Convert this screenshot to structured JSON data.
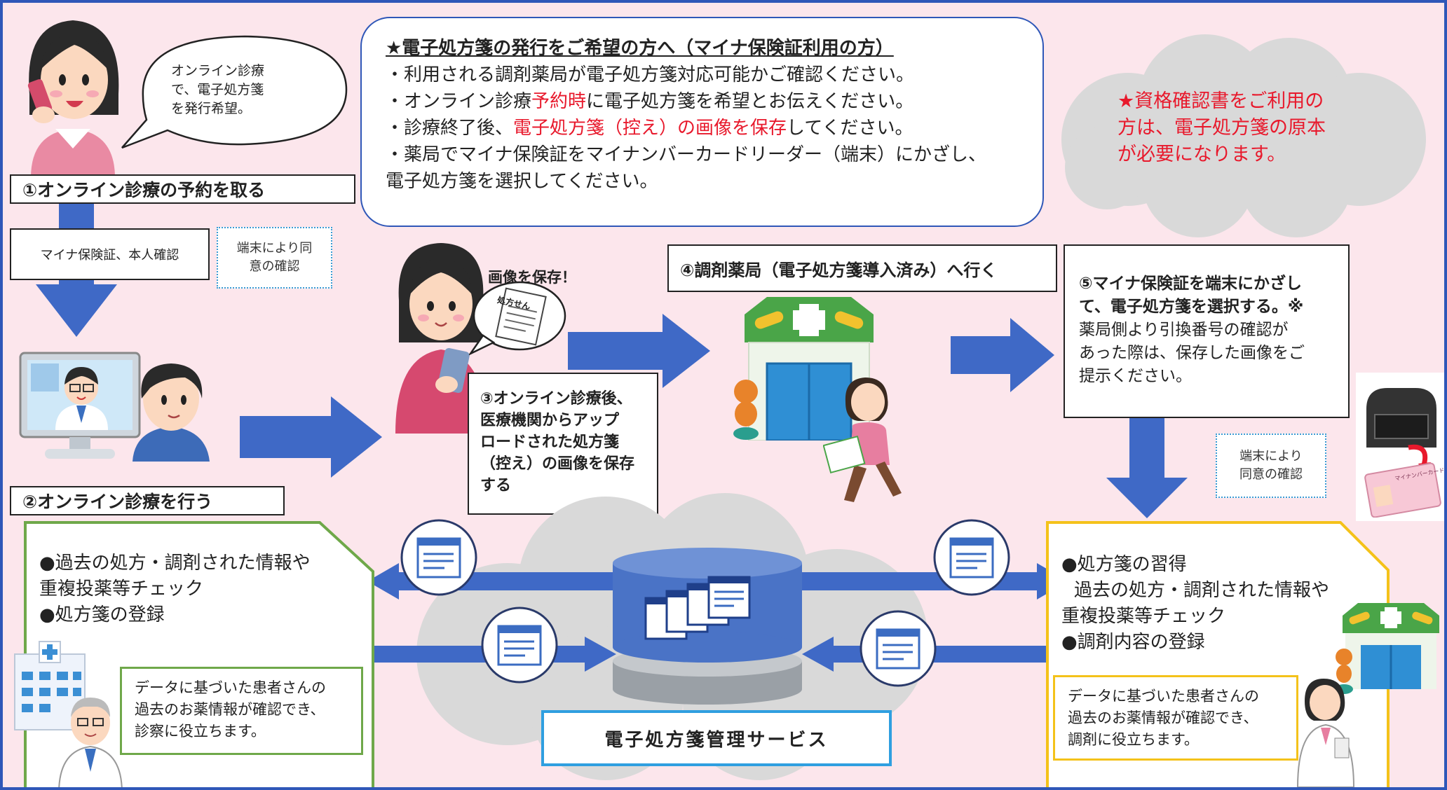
{
  "speech_bubble": [
    "オンライン診療",
    "で、電子処方箋",
    "を発行希望。"
  ],
  "step1": "①オンライン診療の予約を取る",
  "mynumber_check": "マイナ保険証、本人確認",
  "terminal_consent_1": [
    "端末により同",
    "意の確認"
  ],
  "step2": "②オンライン診療を行う",
  "info_box": {
    "title": "★電子処方箋の発行をご希望の方へ（マイナ保険証利用の方）",
    "line1": "・利用される調剤薬局が電子処方箋対応可能かご確認ください。",
    "line2_pre": "・オンライン診療",
    "line2_red": "予約時",
    "line2_post": "に電子処方箋を希望とお伝えください。",
    "line3_pre": "・診療終了後、",
    "line3_red": "電子処方箋（控え）の画像を保存",
    "line3_post": "してください。",
    "line4": "・薬局でマイナ保険証をマイナンバーカードリーダー（端末）にかざし、",
    "line5": "電子処方箋を選択してください。"
  },
  "cloud_notice": [
    "★資格確認書をご利用の",
    "方は、電子処方箋の原本",
    "が必要になります。"
  ],
  "save_image_label": "画像を保存！",
  "prescription_label": "処方せん",
  "step3": [
    "③オンライン診療後、",
    "医療機関からアップ",
    "ロードされた処方箋",
    "（控え）の画像を保存",
    "する"
  ],
  "step4": "④調剤薬局（電子処方箋導入済み）へ行く",
  "step5": [
    "⑤マイナ保険証を端末にかざし",
    "て、電子処方箋を選択する。※",
    "薬局側より引換番号の確認が",
    "あった際は、保存した画像をご",
    "提示ください。"
  ],
  "terminal_consent_2": [
    "端末により",
    "同意の確認"
  ],
  "card_label": "マイナンバーカード",
  "hospital_panel": [
    "●過去の処方・調剤された情報や",
    "重複投薬等チェック",
    "●処方箋の登録"
  ],
  "hospital_note": [
    "データに基づいた患者さんの",
    "過去のお薬情報が確認でき、",
    "診察に役立ちます。"
  ],
  "pharmacy_panel": [
    "●処方箋の習得",
    "過去の処方・調剤された情報や",
    "重複投薬等チェック",
    "●調剤内容の登録"
  ],
  "pharmacy_note": [
    "データに基づいた患者さんの",
    "過去のお薬情報が確認でき、",
    "調剤に役立ちます。"
  ],
  "service_label": "電子処方箋管理サービス",
  "colors": {
    "background": "#fce6ec",
    "frame": "#2f57b8",
    "arrow": "#3f69c6",
    "green": "#6fa84a",
    "yellow": "#f4c21a",
    "red": "#e8192c",
    "db_blue": "#4a73c6"
  }
}
